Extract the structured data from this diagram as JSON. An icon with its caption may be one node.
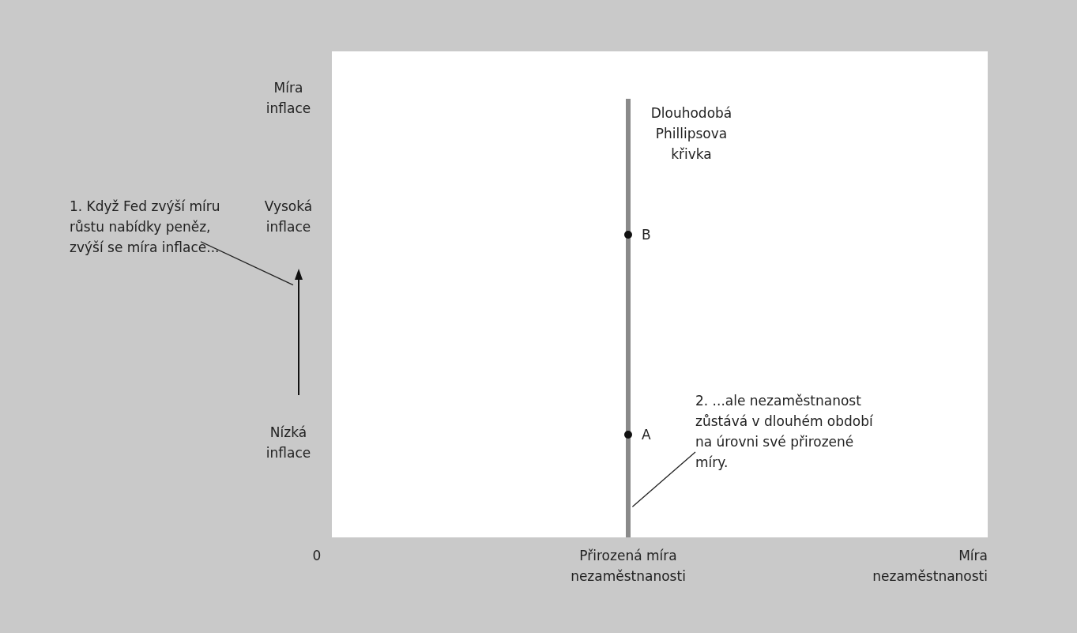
{
  "diagram": {
    "nodes": [
      {
        "text": [
          "1. Když Fed zvýší míru růstu nabídky peněz, zvýší se míra inflace..."
        ]
      },
      {
        "text": [],
        "shape": "arrow"
      },
      {
        "text": [
          "2. ...ale nezaměstnanost zůstává v dlouhém období na úrovni své přirozené míry."
        ]
      },
      {
        "text": [],
        "shape": "line",
        "beside": [
          "Dlouhodobá Phillipsova křivka",
          "B",
          "A"
        ]
      }
    ],
    "edges": [
      {
        "from": 0,
        "to": 1,
        "arrow": "none"
      },
      {
        "from": 2,
        "to": 3,
        "arrow": "none"
      }
    ],
    "labels": [
      "Míra inflace",
      "Vysoká inflace",
      "Nízká inflace",
      "0",
      "Přirozená míra nezaměstnanosti",
      "Míra nezaměstnanosti"
    ]
  }
}
